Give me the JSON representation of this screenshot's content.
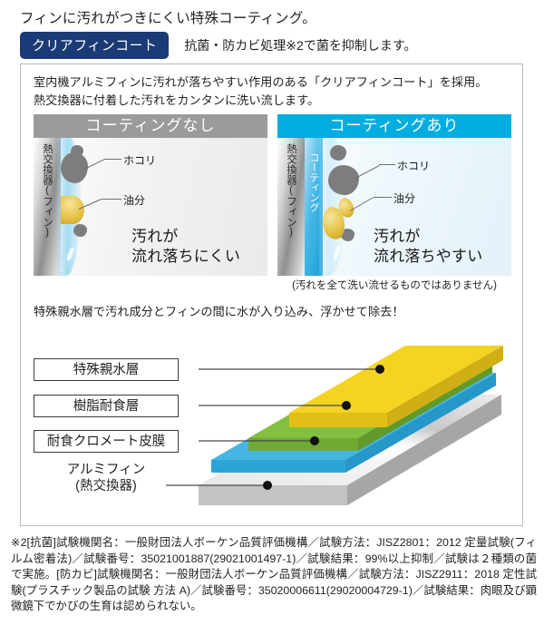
{
  "headline": "フィンに汚れがつきにくい特殊コーティング。",
  "badge": {
    "label": "クリアフィンコート",
    "note": "抗菌・防カビ処理※2で菌を抑制します。"
  },
  "intro": {
    "line1": "室内機アルミフィンに汚れが落ちやすい作用のある「クリアフィンコート」を採用。",
    "line2": "熱交換器に付着した汚れをカンタンに洗い流します。"
  },
  "panels": {
    "left": {
      "title": "コーティングなし",
      "fin_label": "熱交換器(フィン)",
      "lead_dust": "ホコリ",
      "lead_oil": "油分",
      "result_line1": "汚れが",
      "result_line2": "流れ落ちにくい",
      "header_color": "#9b9b9b"
    },
    "right": {
      "title": "コーティングあり",
      "fin_label": "熱交換器(フィン)",
      "coating_label": "コーティング",
      "lead_dust": "ホコリ",
      "lead_oil": "油分",
      "result_line1": "汚れが",
      "result_line2": "流れ落ちやすい",
      "header_color": "#00adde"
    },
    "caption": "(汚れを全て洗い流せるものではありません)"
  },
  "lower_text": "特殊親水層で汚れ成分とフィンの間に水が入り込み、浮かせて除去！",
  "layers": [
    {
      "label": "特殊親水層",
      "color": "#f5d322"
    },
    {
      "label": "樹脂耐食層",
      "color": "#84bf41"
    },
    {
      "label": "耐食クロメート皮膜",
      "color": "#45b6e4"
    },
    {
      "label_line1": "アルミフィン",
      "label_line2": "(熱交換器)",
      "color": "#d8d8d8"
    }
  ],
  "footnote": "※2[抗菌]試験機関名：一般財団法人ボーケン品質評価機構／試験方法：JISZ2801：2012 定量試験(フィルム密着法)／試験番号：35021001887(29021001497-1)／試験結果：99%以上抑制／試験は２種類の菌で実施。[防カビ]試験機関名：一般財団法人ボーケン品質評価機構／試験方法：JISZ2911：2018 定性試験(プラスチック製品の試験 方法 A)／試験番号：35020006611(29020004729-1)／試験結果：肉眼及び顕微鏡下でかびの生育は認められない。"
}
